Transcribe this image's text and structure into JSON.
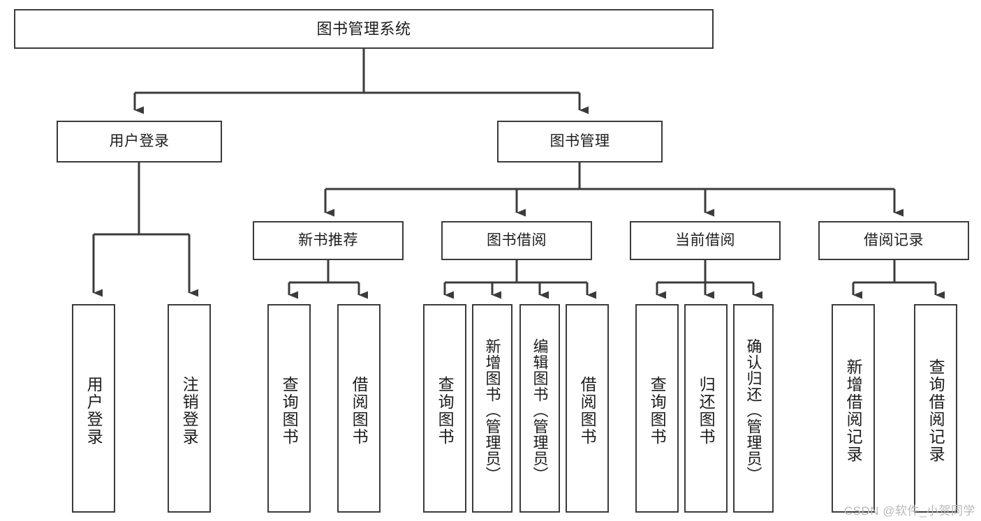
{
  "diagram": {
    "title": "图书管理系统",
    "type": "tree",
    "nodes": {
      "root": {
        "label": "图书管理系统"
      },
      "level1": [
        {
          "id": "user-login",
          "label": "用户登录"
        },
        {
          "id": "book-manage",
          "label": "图书管理"
        }
      ],
      "level2": [
        {
          "id": "new-book-recommend",
          "label": "新书推荐"
        },
        {
          "id": "book-borrow",
          "label": "图书借阅"
        },
        {
          "id": "current-borrow",
          "label": "当前借阅"
        },
        {
          "id": "borrow-record",
          "label": "借阅记录"
        }
      ],
      "leaves": [
        {
          "id": "leaf-user-login",
          "label": "用户登录"
        },
        {
          "id": "leaf-logout-login",
          "label": "注销登录"
        },
        {
          "id": "leaf-query-book-1",
          "label": "查询图书"
        },
        {
          "id": "leaf-borrow-book-1",
          "label": "借阅图书"
        },
        {
          "id": "leaf-query-book-2",
          "label": "查询图书"
        },
        {
          "id": "leaf-add-book-admin",
          "label": "新增图书（管理员）"
        },
        {
          "id": "leaf-edit-book-admin",
          "label": "编辑图书（管理员）"
        },
        {
          "id": "leaf-borrow-book-2",
          "label": "借阅图书"
        },
        {
          "id": "leaf-query-book-3",
          "label": "查询图书"
        },
        {
          "id": "leaf-return-book",
          "label": "归还图书"
        },
        {
          "id": "leaf-confirm-return-admin",
          "label": "确认归还（管理员）"
        },
        {
          "id": "leaf-add-borrow-record",
          "label": "新增借阅记录"
        },
        {
          "id": "leaf-query-borrow-record",
          "label": "查询借阅记录"
        }
      ]
    },
    "colors": {
      "border": "#3b3b3b",
      "text": "#1c1c1c",
      "background": "#ffffff",
      "watermark": "#b9b9b9"
    }
  },
  "watermark": {
    "text": "CSDN @软件_小贺同学"
  }
}
